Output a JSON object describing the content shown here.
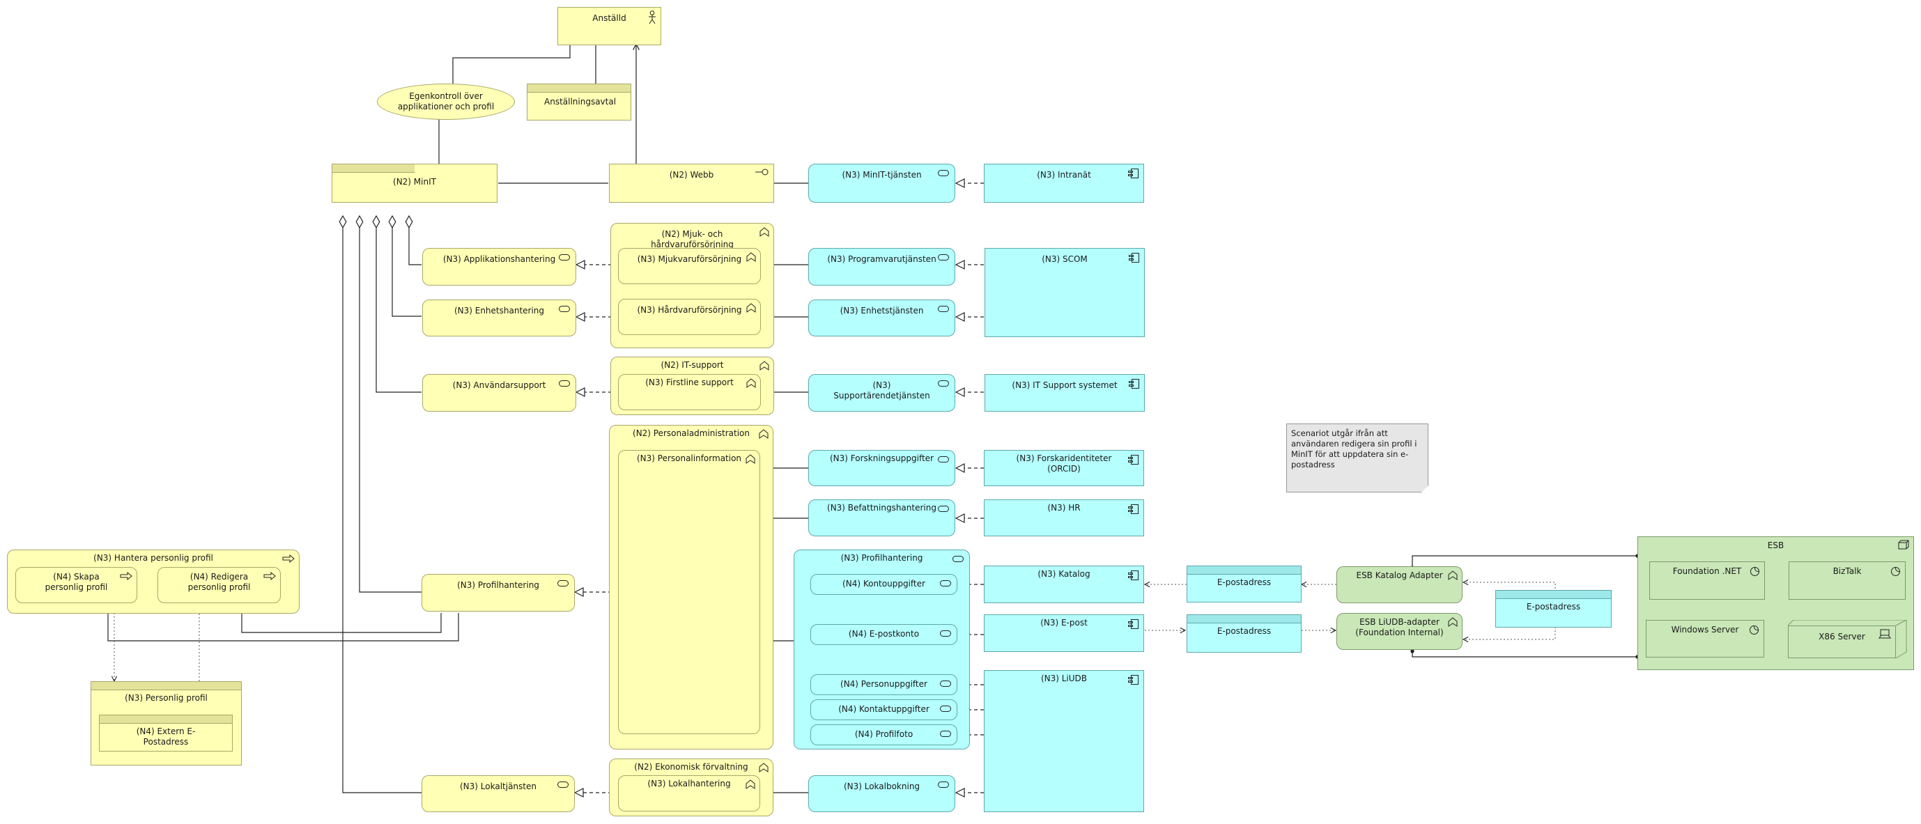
{
  "diagram": {
    "actor": {
      "label": "Anställd"
    },
    "contract": {
      "label": "Anställningsavtal"
    },
    "value": {
      "label": "Egenkontroll över applikationer och profil"
    },
    "product_minit": {
      "label": "(N2) MinIT"
    },
    "interface_webb": {
      "label": "(N2) Webb"
    },
    "app_service_minit": {
      "label": "(N3) MinIT-tjänsten"
    },
    "app_intranat": {
      "label": "(N3) Intranät"
    },
    "func_mjuk_hard": {
      "label": "(N2) Mjuk- och hårdvaruförsörjning"
    },
    "func_mjukvara": {
      "label": "(N3) Mjukvaruförsörjning"
    },
    "func_hardvara": {
      "label": "(N3) Hårdvaruförsörjning"
    },
    "svc_applikation": {
      "label": "(N3) Applikationshantering"
    },
    "svc_enhet": {
      "label": "(N3) Enhetshantering"
    },
    "app_service_program": {
      "label": "(N3) Programvarutjänsten"
    },
    "app_service_enhet": {
      "label": "(N3) Enhetstjänsten"
    },
    "app_scom": {
      "label": "(N3) SCOM"
    },
    "func_itsupport": {
      "label": "(N2) IT-support"
    },
    "func_firstline": {
      "label": "(N3) Firstline support"
    },
    "svc_anvandar": {
      "label": "(N3) Användarsupport"
    },
    "app_service_support": {
      "label": "(N3) Supportärendetjänsten"
    },
    "app_itsupport_system": {
      "label": "(N3) IT Support systemet"
    },
    "note": {
      "text": "Scenariot utgår ifrån att användaren redigera sin profil i MinIT för att uppdatera sin e-postadress"
    },
    "func_personaladm": {
      "label": "(N2) Personaladministration"
    },
    "func_personalinfo": {
      "label": "(N3) Personalinformation"
    },
    "app_service_forskning": {
      "label": "(N3) Forskningsuppgifter"
    },
    "app_orcid": {
      "label": "(N3) Forskaridentiteter (ORCID)"
    },
    "app_service_befattning": {
      "label": "(N3) Befattningshantering"
    },
    "app_hr": {
      "label": "(N3) HR"
    },
    "app_service_profil": {
      "label": "(N3) Profilhantering"
    },
    "app_kontouppgifter": {
      "label": "(N4) Kontouppgifter"
    },
    "app_epostkonto": {
      "label": "(N4) E-postkonto"
    },
    "app_personuppgifter": {
      "label": "(N4) Personuppgifter"
    },
    "app_kontaktuppgifter": {
      "label": "(N4) Kontaktuppgifter"
    },
    "app_profilfoto": {
      "label": "(N4) Profilfoto"
    },
    "app_katalog": {
      "label": "(N3) Katalog"
    },
    "app_epost": {
      "label": "(N3) E-post"
    },
    "app_liudb": {
      "label": "(N3) LiUDB"
    },
    "data_epost_1": {
      "label": "E-postadress"
    },
    "data_epost_2": {
      "label": "E-postadress"
    },
    "data_epost_3": {
      "label": "E-postadress"
    },
    "esb_katalog": {
      "label": "ESB Katalog Adapter"
    },
    "esb_liudb": {
      "label": "ESB LiUDB-adapter (Foundation Internal)"
    },
    "esb": {
      "label": "ESB"
    },
    "foundation": {
      "label": "Foundation .NET"
    },
    "biztalk": {
      "label": "BizTalk"
    },
    "windows": {
      "label": "Windows Server"
    },
    "x86": {
      "label": "X86 Server"
    },
    "process_hantera": {
      "label": "(N3) Hantera personlig profil"
    },
    "process_skapa": {
      "label": "(N4) Skapa personlig profil"
    },
    "process_redigera": {
      "label": "(N4) Redigera personlig profil"
    },
    "svc_profil": {
      "label": "(N3) Profilhantering"
    },
    "object_profil": {
      "label": "(N3) Personlig profil"
    },
    "object_extern": {
      "label": "(N4) Extern E-Postadress"
    },
    "func_ekonomi": {
      "label": "(N2) Ekonomisk förvaltning"
    },
    "func_lokalhantering": {
      "label": "(N3) Lokalhantering"
    },
    "svc_lokal": {
      "label": "(N3) Lokaltjänsten"
    },
    "app_service_lokalbokning": {
      "label": "(N3) Lokalbokning"
    }
  },
  "colors": {
    "business": "#ffffb5",
    "application": "#b5ffff",
    "technology": "#c9e7b7",
    "note": "#e6e6e6"
  }
}
